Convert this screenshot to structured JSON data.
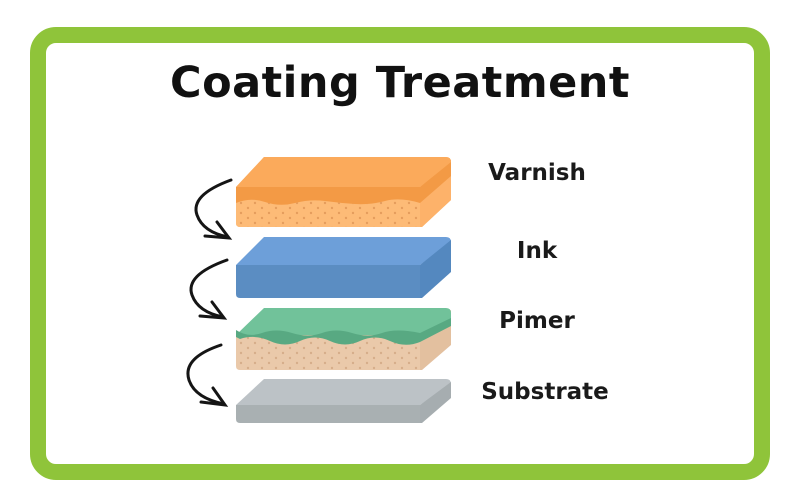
{
  "title": "Coating Treatment",
  "layers": [
    {
      "label": "Varnish",
      "color": "#f7a04e"
    },
    {
      "label": "Ink",
      "color": "#5b8ec4"
    },
    {
      "label": "Pimer",
      "color": "#6fc09a"
    },
    {
      "label": "Substrate",
      "color": "#b9c0c4"
    }
  ]
}
